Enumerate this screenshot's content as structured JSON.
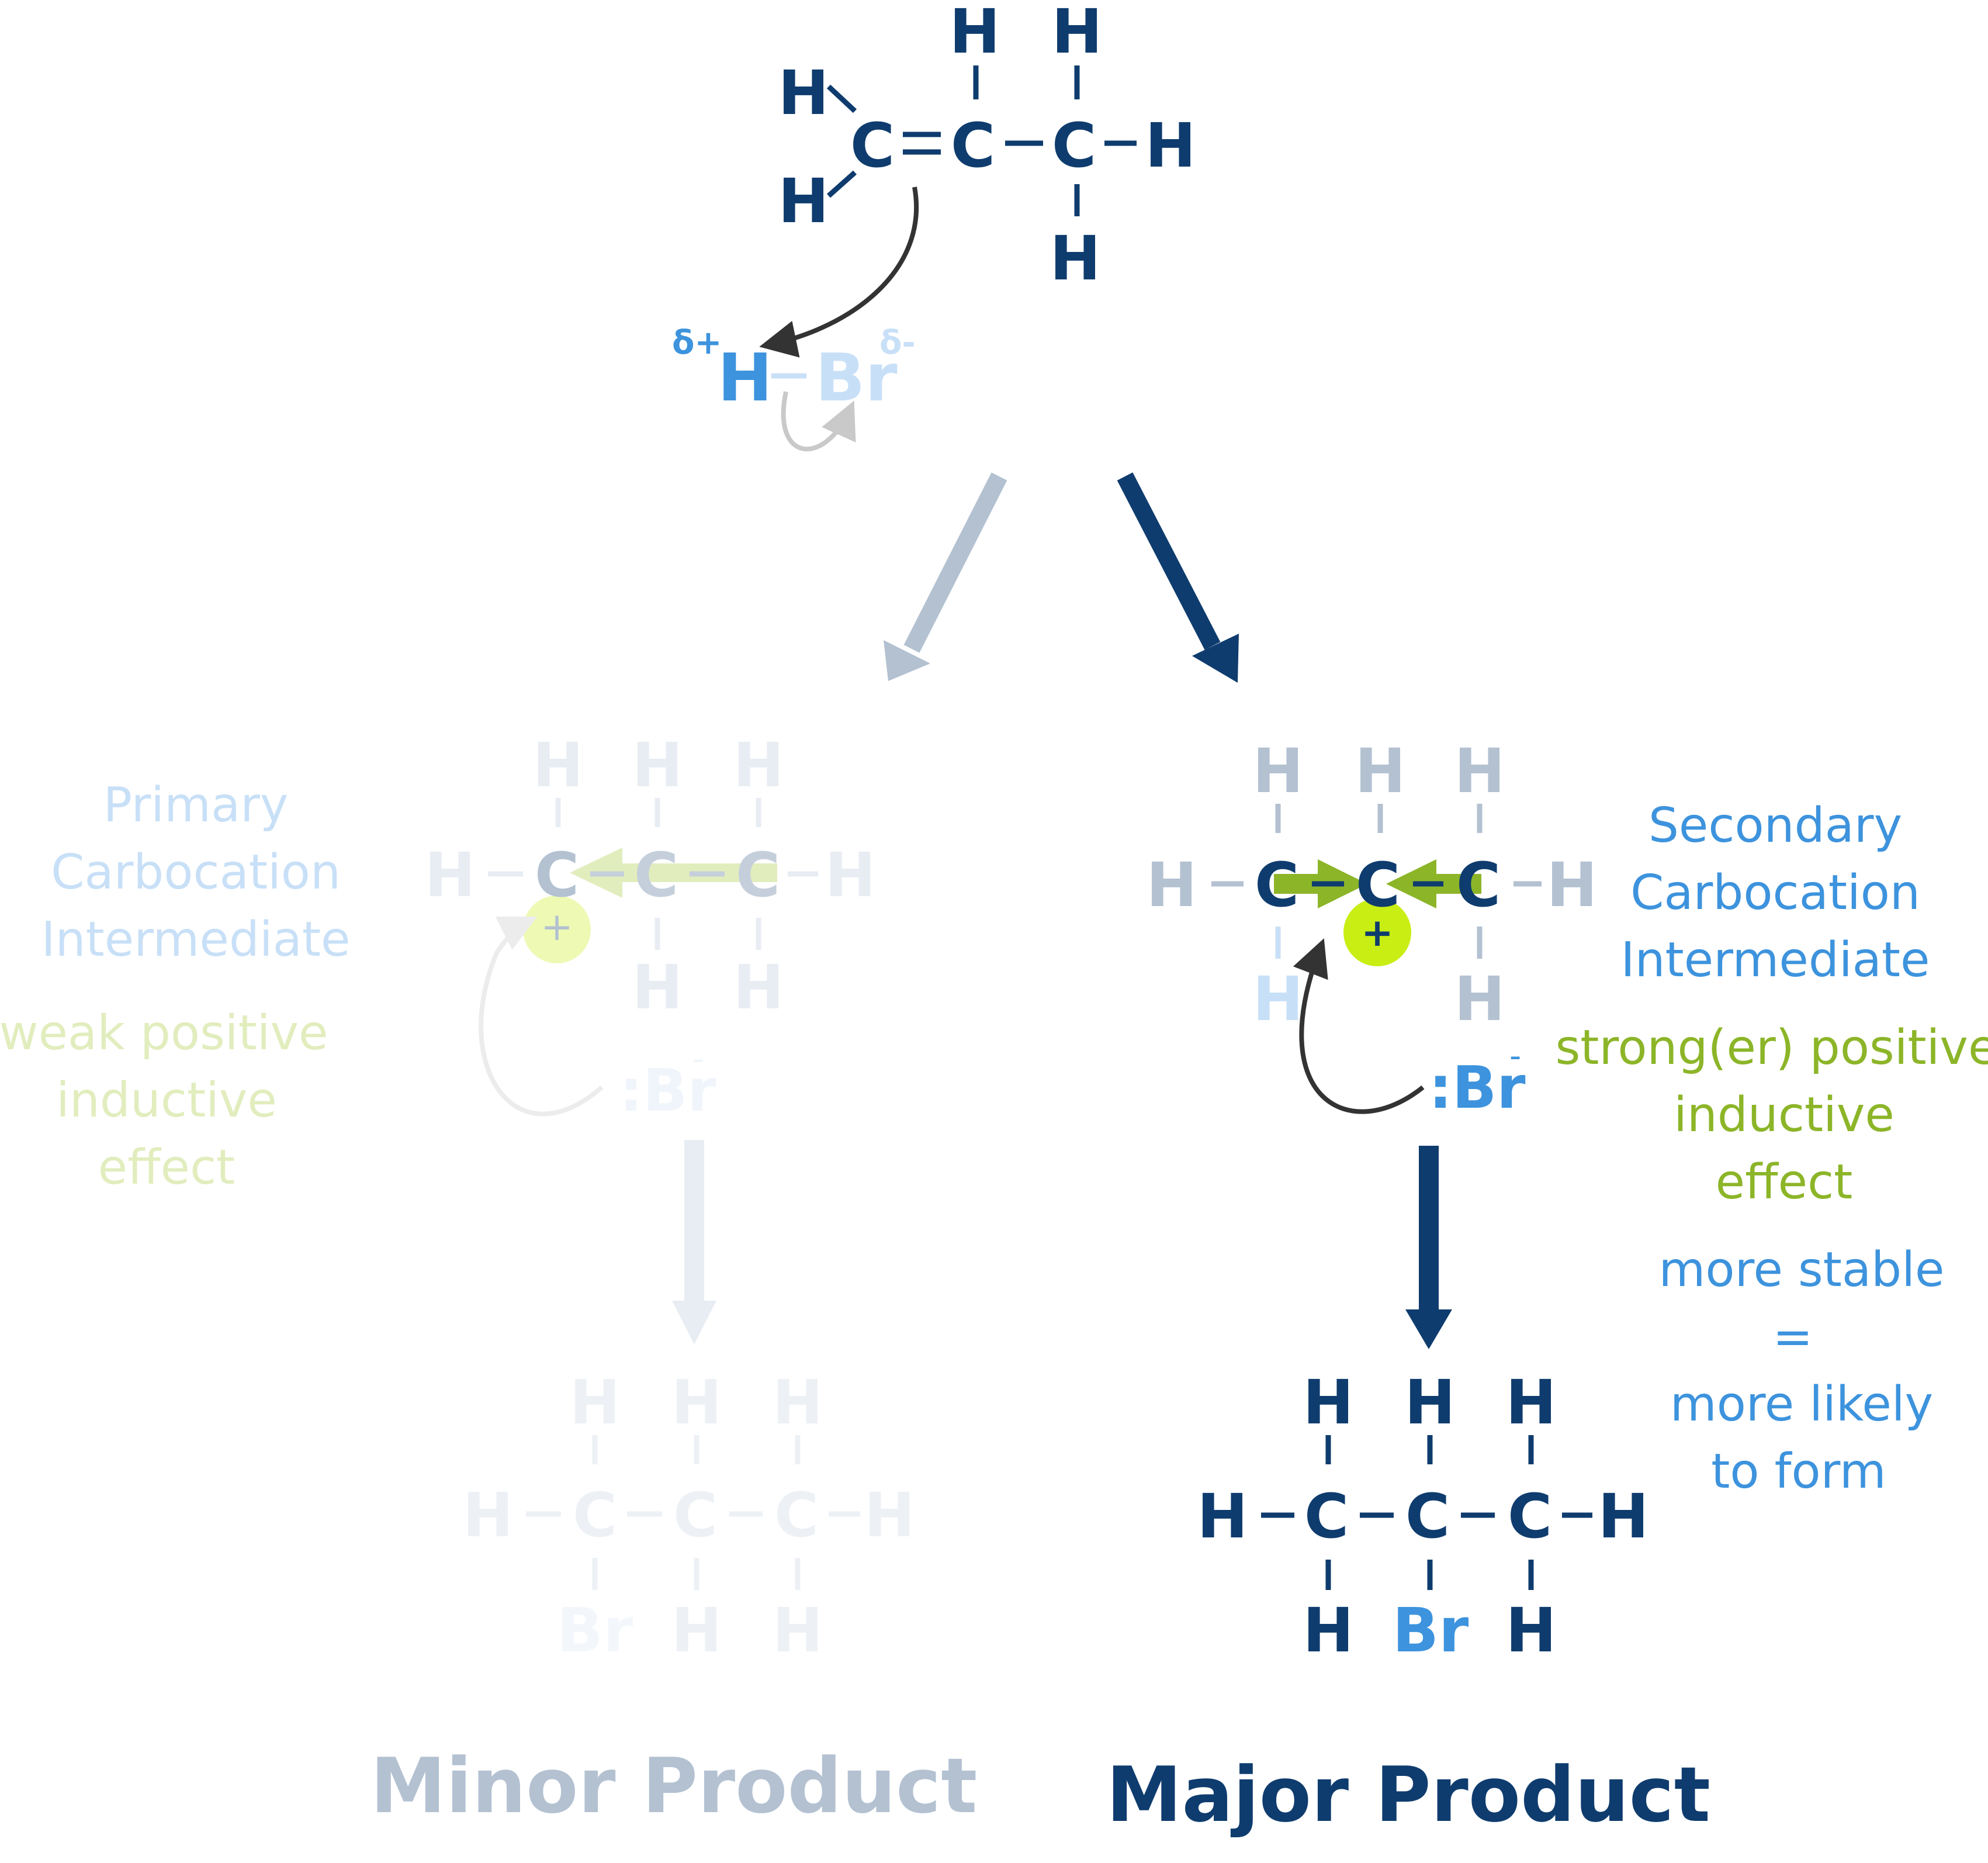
{
  "colors": {
    "navy": "#0f3c6e",
    "blue": "#3d93dd",
    "green": "#8cb528",
    "lime": "#c8ee14",
    "gray_blue": "#b3c1d1",
    "light_blue": "#c8e0f7",
    "faint_green": "#e2edbe",
    "faint_gray": "#e8edf3",
    "arrow_dark": "#333333",
    "arrow_light": "#c9c9c9"
  },
  "atoms": {
    "carbon": "C",
    "hydrogen": "H",
    "bromine": "Br",
    "bromide_ion": ":Br",
    "plus": "+",
    "minus": "-"
  },
  "reagent": {
    "delta_plus": "δ+",
    "delta_minus": "δ-",
    "h": "H",
    "br": "Br"
  },
  "left_branch": {
    "title_lines": [
      "Primary",
      "Carbocation",
      "Intermediate"
    ],
    "effect_lines": [
      "weak positive",
      "inductive",
      "effect"
    ],
    "product_label": "Minor Product"
  },
  "right_branch": {
    "title_lines": [
      "Secondary",
      "Carbocation",
      "Intermediate"
    ],
    "effect_lines": [
      "strong(er) positive",
      "inductive",
      "effect"
    ],
    "stability_lines": [
      "more stable",
      "=",
      "more likely",
      "to form"
    ],
    "product_label": "Major Product"
  }
}
